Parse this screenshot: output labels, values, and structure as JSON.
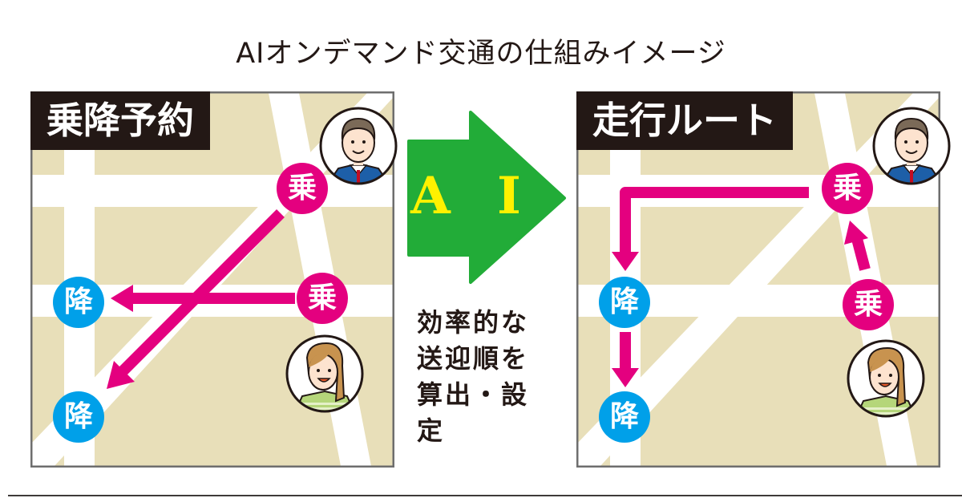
{
  "title": "AIオンデマンド交通の仕組みイメージ",
  "left_panel": {
    "label": "乗降予約",
    "markers": {
      "ride": "乗",
      "drop": "降"
    }
  },
  "right_panel": {
    "label": "走行ルート",
    "markers": {
      "ride": "乗",
      "drop": "降"
    }
  },
  "middle": {
    "arrow_text": "A I",
    "description": [
      "効率的な",
      "送迎順を",
      "算出・設定"
    ]
  },
  "colors": {
    "ride": "#e4007f",
    "drop": "#00a0e9",
    "map_bg": "#e8dfb9",
    "road": "#ffffff",
    "arrow_green": "#22ac38",
    "ai_yellow": "#fff100",
    "label_bg": "#231815"
  }
}
